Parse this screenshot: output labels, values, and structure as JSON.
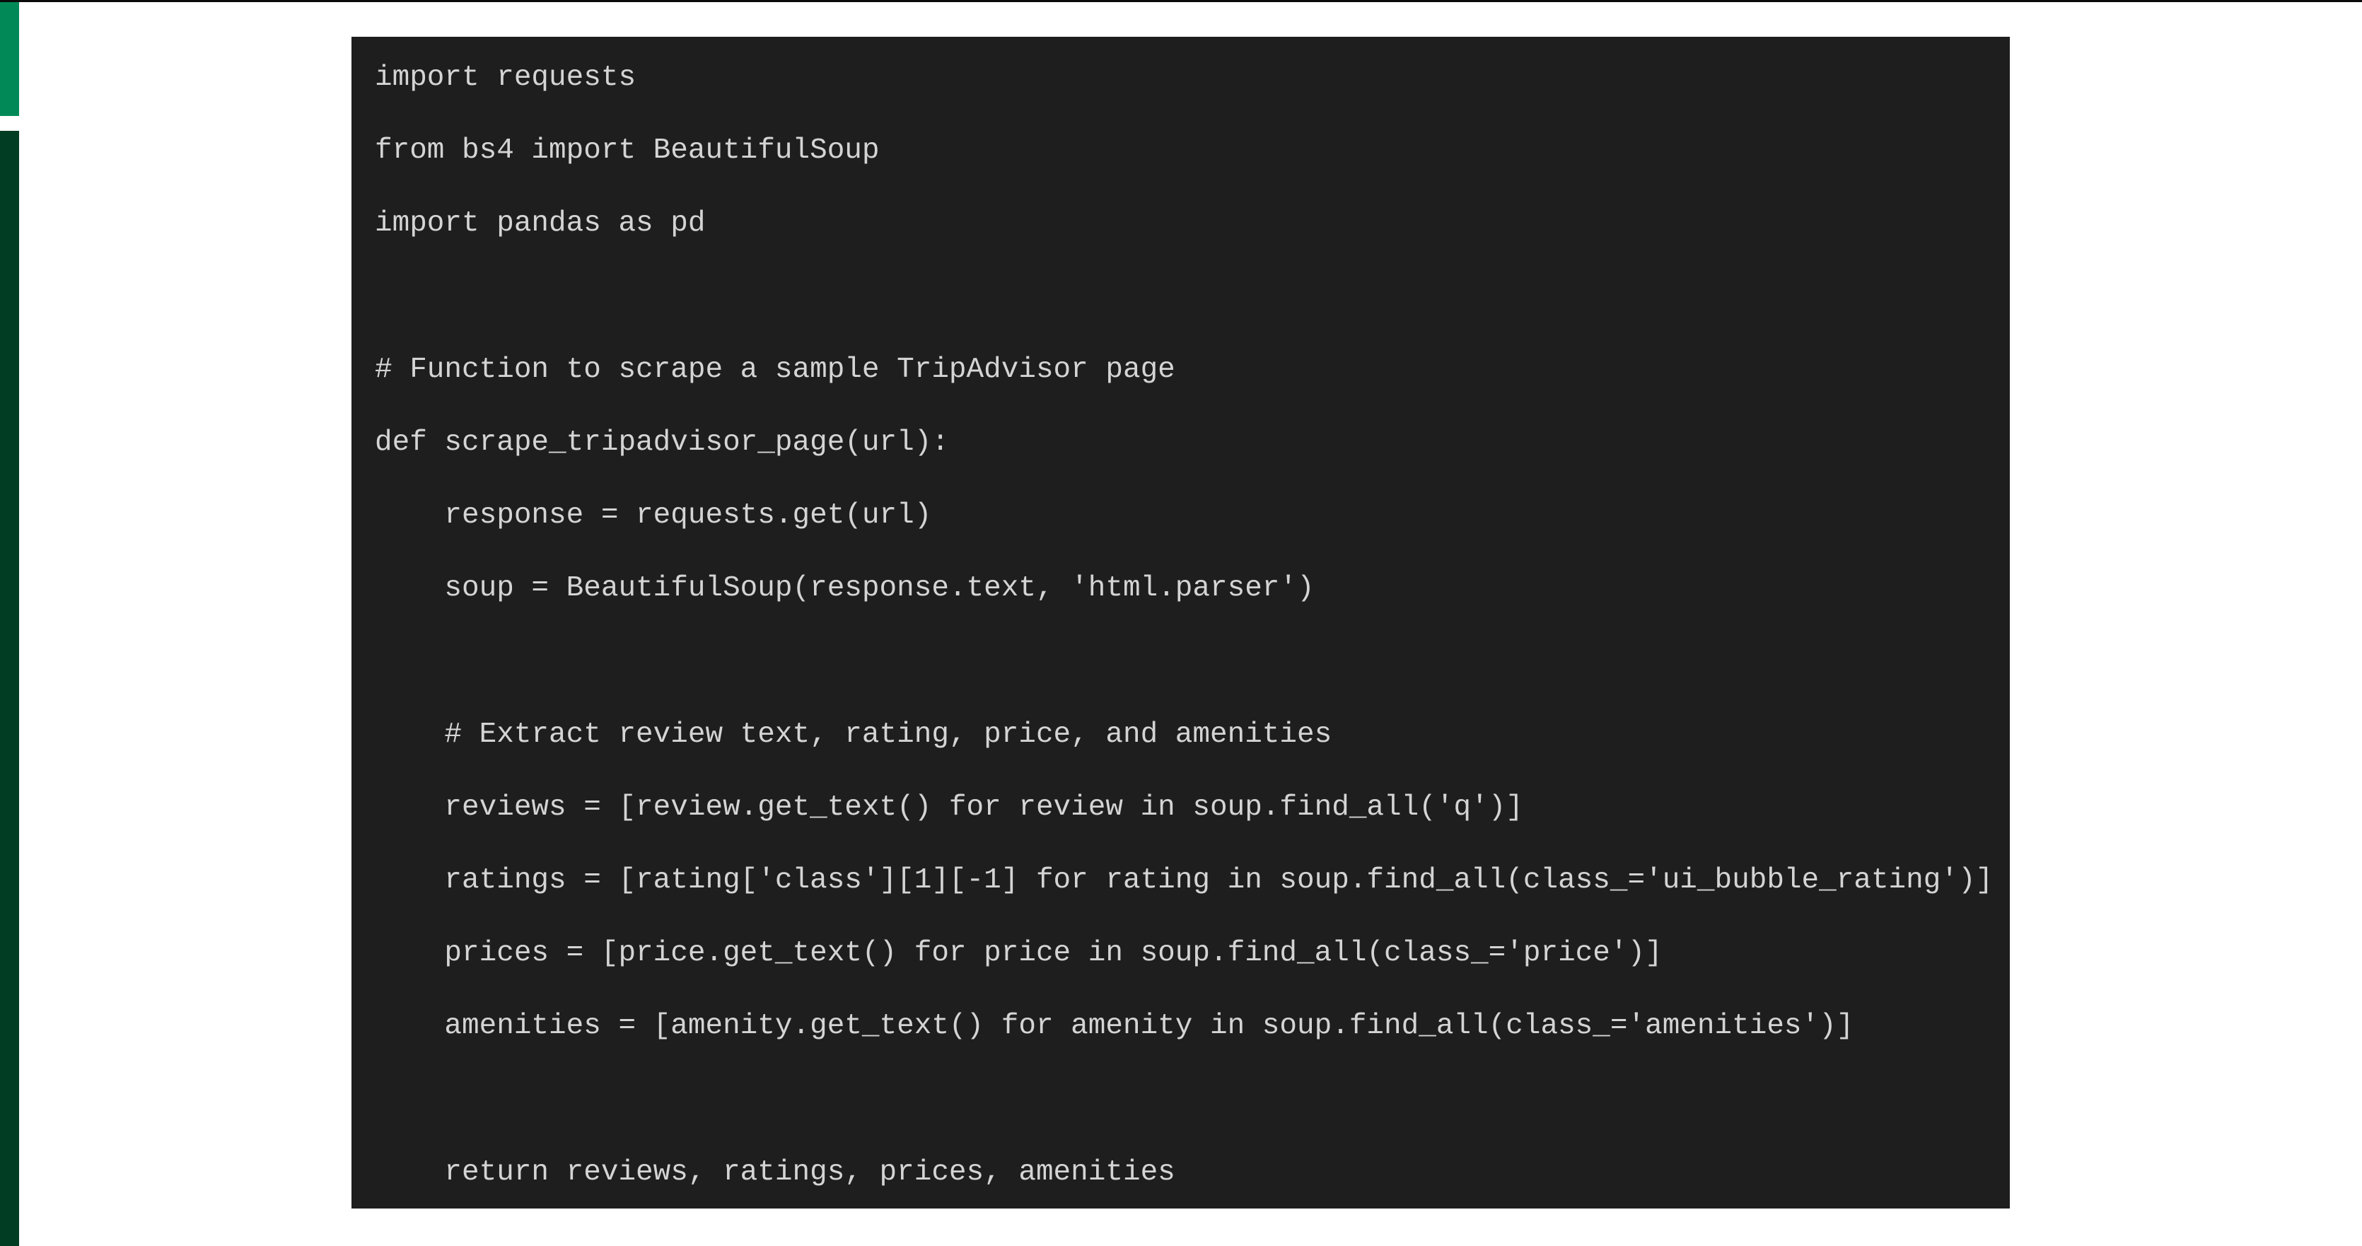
{
  "layout": {
    "colors": {
      "top_border": "#0a0a0a",
      "accent_light_green": "#018a57",
      "accent_dark_green": "#003d22",
      "code_background": "#1e1e1e",
      "code_text": "#d4d4d4",
      "page_background": "#ffffff"
    }
  },
  "code_block": {
    "language": "python",
    "lines": [
      "import requests",
      "from bs4 import BeautifulSoup",
      "import pandas as pd",
      "",
      "# Function to scrape a sample TripAdvisor page",
      "def scrape_tripadvisor_page(url):",
      "    response = requests.get(url)",
      "    soup = BeautifulSoup(response.text, 'html.parser')",
      "",
      "    # Extract review text, rating, price, and amenities",
      "    reviews = [review.get_text() for review in soup.find_all('q')]",
      "    ratings = [rating['class'][1][-1] for rating in soup.find_all(class_='ui_bubble_rating')]",
      "    prices = [price.get_text() for price in soup.find_all(class_='price')]",
      "    amenities = [amenity.get_text() for amenity in soup.find_all(class_='amenities')]",
      "",
      "    return reviews, ratings, prices, amenities"
    ]
  }
}
